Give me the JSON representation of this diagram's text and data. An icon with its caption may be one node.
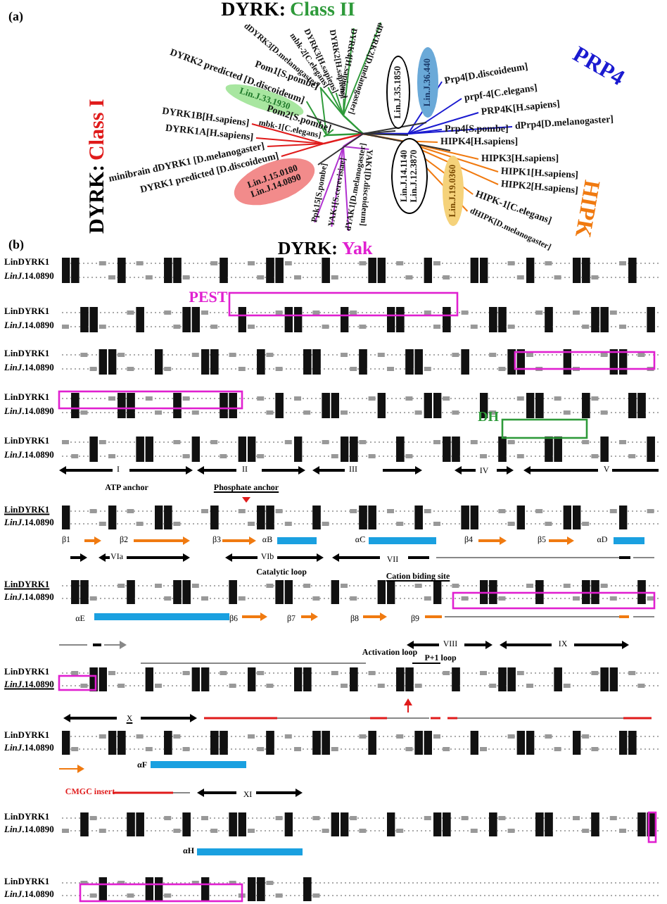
{
  "diagram": {
    "nodes": [
      {
        "text": [
          "Lin.J.33.1930"
        ]
      },
      {
        "text": [
          "Lin.J.15.0180",
          "Lin.J.14.0890"
        ]
      },
      {
        "text": [
          "Lin.J.35.1850"
        ]
      },
      {
        "text": [
          "Lin.J.14.1140",
          "Lin.J.12.3870"
        ]
      },
      {
        "text": [
          "Lin.J.36.440"
        ]
      },
      {
        "text": [
          "Lin.J.19.0360"
        ]
      }
    ],
    "labels": [
      "(a)",
      "DYRK:",
      "Class II",
      "dDYRK3[D.melanogaster]",
      "mbk-2[C.elegans]",
      "DYRK3[H.sapiens]",
      "DYRK2[H.sapiens]",
      "DYRK4[H.sapiens]",
      "dDYRK2[D.melanogaster]",
      "DYRK2 predicted [D.discoideum]",
      "Pom1[S.pombe]",
      "Pom2[S.pombe]",
      "mbk-1[C.elegans]",
      "DYRK1B[H.sapiens]",
      "DYRK1A[H.sapiens]",
      "minibrain dDYRK1 [D.melanogaster]",
      "DYRK1 predicted [D.discoideum]",
      "Ppk15[S.pombe]",
      "YAK1[S.cerevisiae]",
      "dYAK1[D.melanogaster]",
      "YAK1[D.discoideum]",
      "Prp4[D.discoideum]",
      "prpf-4[C.elegans]",
      "PRP4K[H.sapiens]",
      "dPrp4[D.melanogaster]",
      "Prp4[S.pombe]",
      "HIPK4[H.sapiens]",
      "HIPK3[H.sapiens]",
      "HIPK1[H.sapiens]",
      "HIPK2[H.sapiens]",
      "HIPK-1[C.elegans]",
      "dHIPK[D.melanogaster]",
      "PRP4",
      "DYRK:",
      "Class I",
      "HIPK",
      "(b)",
      "DYRK:",
      "Yak",
      "LinDYRK1",
      "*LinJ*.14.0890",
      "PEST",
      "LinDYRK1",
      "*LinJ*.14.0890",
      "LinDYRK1",
      "*LinJ*.14.0890",
      "LinDYRK1",
      "*LinJ*.14.0890",
      "DH",
      "LinDYRK1",
      "*LinJ*.14.0890",
      "I",
      "II",
      "III",
      "IV",
      "V",
      "ATP anchor",
      "Phosphate anchor",
      "LinDYRK1",
      "*LinJ*.14.0890",
      "β1",
      "β2",
      "β3",
      "αB",
      "αC",
      "β4",
      "β5",
      "αD",
      "VIa",
      "VIb",
      "VII",
      "Catalytic loop",
      "Cation biding site",
      "LinDYRK1",
      "*LinJ*.14.0890",
      "αE",
      "β6",
      "β7",
      "β8",
      "β9",
      "VIII",
      "IX",
      "Activation loop",
      "P+1 loop",
      "LinDYRK1",
      "*LinJ*.14.0890",
      "X",
      "LinDYRK1",
      "*LinJ*.14.0890",
      "αF",
      "CMGC insert",
      "XI",
      "LinDYRK1",
      "*LinJ*.14.0890",
      "αH",
      "LinDYRK1",
      "*LinJ*.14.0890"
    ]
  }
}
